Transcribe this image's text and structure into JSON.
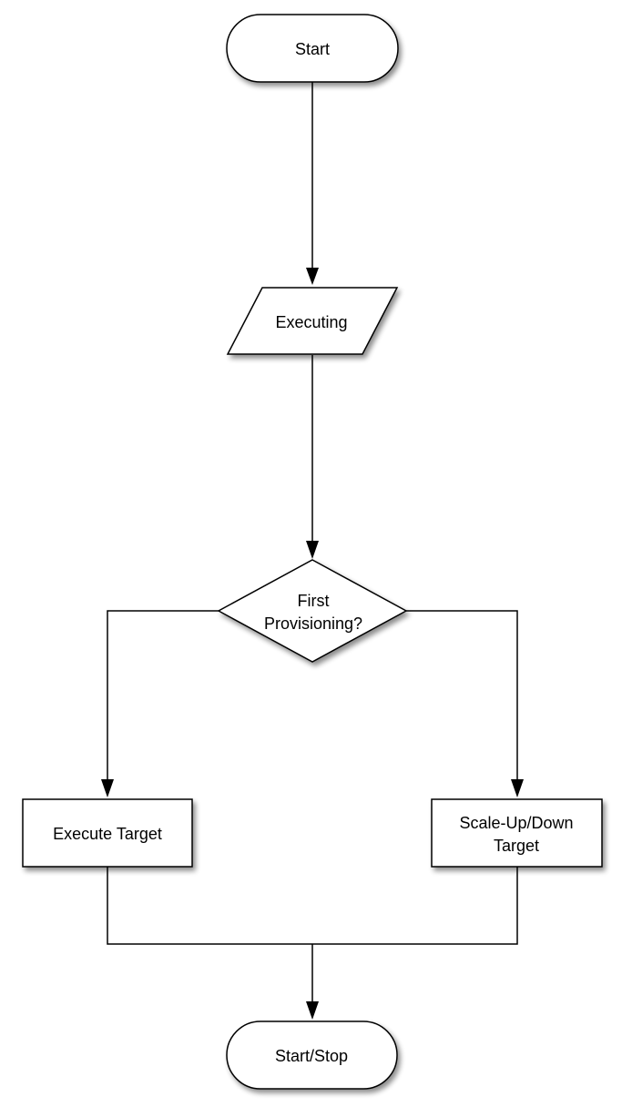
{
  "flowchart": {
    "nodes": {
      "start": {
        "label": "Start",
        "shape": "terminator"
      },
      "executing": {
        "label": "Executing",
        "shape": "data"
      },
      "decision": {
        "label_lines": [
          "First",
          "Provisioning?"
        ],
        "shape": "decision"
      },
      "execute_target": {
        "label": "Execute Target",
        "shape": "process"
      },
      "scale_target": {
        "label_lines": [
          "Scale-Up/Down",
          "Target"
        ],
        "shape": "process"
      },
      "start_stop": {
        "label": "Start/Stop",
        "shape": "terminator"
      }
    },
    "edges": [
      {
        "from": "start",
        "to": "executing"
      },
      {
        "from": "executing",
        "to": "decision"
      },
      {
        "from": "decision",
        "to": "execute_target"
      },
      {
        "from": "decision",
        "to": "scale_target"
      },
      {
        "from": "execute_target",
        "to": "start_stop"
      },
      {
        "from": "scale_target",
        "to": "start_stop"
      }
    ],
    "colors": {
      "stroke": "#000000",
      "fill": "#ffffff",
      "shadow": "#9a9a9a"
    }
  }
}
